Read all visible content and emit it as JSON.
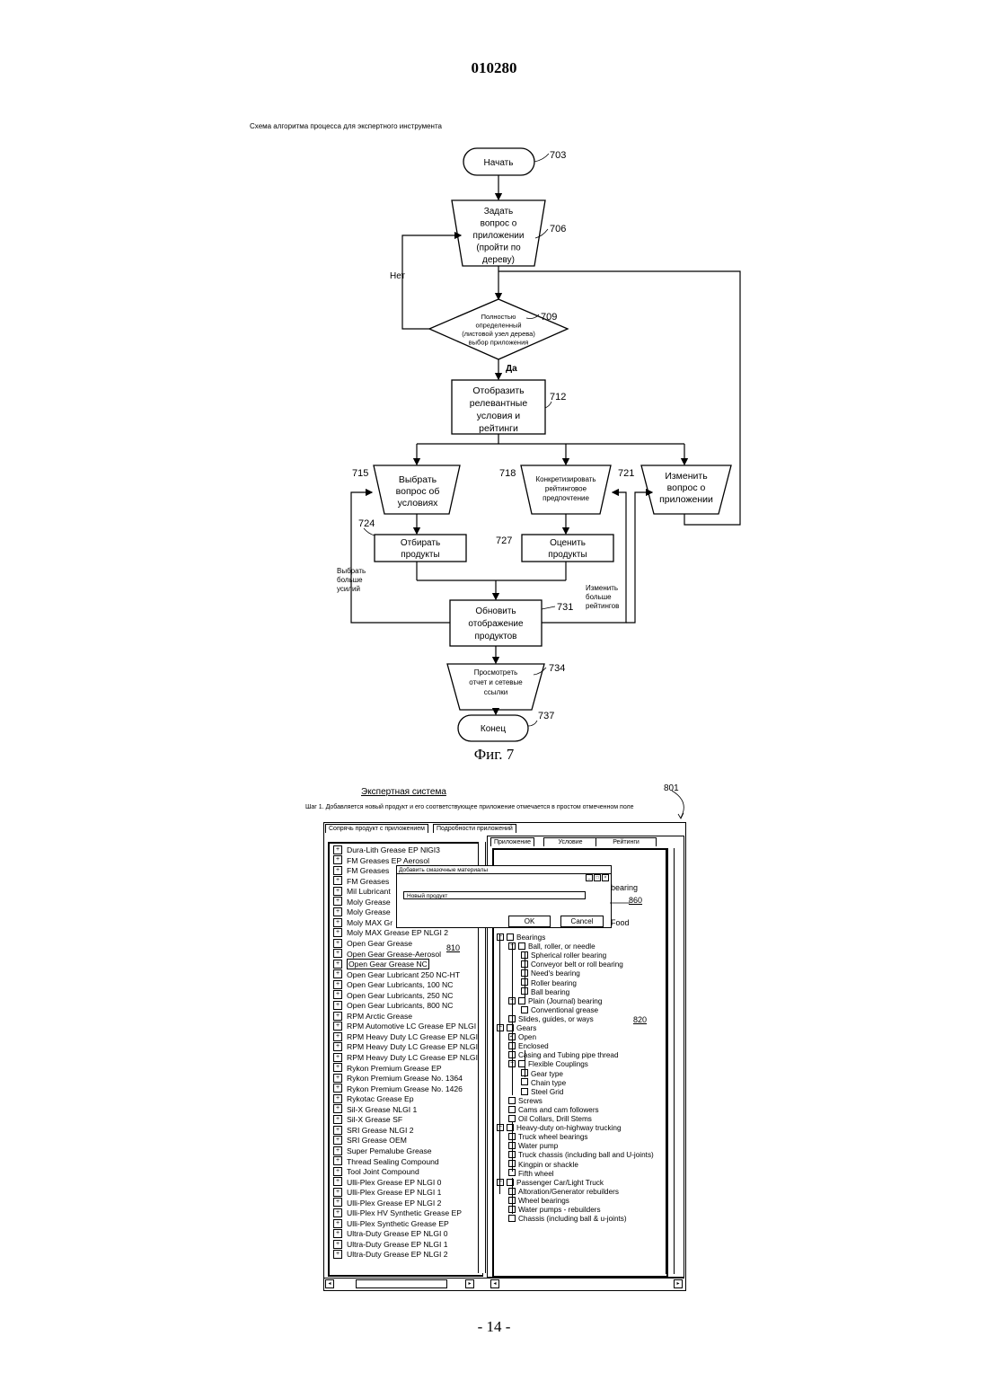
{
  "page": {
    "number_top": "010280",
    "number_bottom": "- 14 -"
  },
  "figure7": {
    "title": "Схема алгоритма процесса для экспертного инструмента",
    "caption": "Фиг. 7",
    "nodes": {
      "start": "Начать",
      "ask_app": [
        "Задать",
        "вопрос о",
        "приложении",
        "(пройти по",
        "дереву)"
      ],
      "decision": [
        "Полностью",
        "определенный",
        "(листовой узел дерева)",
        "выбор приложения"
      ],
      "display": [
        "Отобразить",
        "релевантные",
        "условия и",
        "рейтинги"
      ],
      "choose_cond": [
        "Выбрать",
        "вопрос об",
        "условиях"
      ],
      "specify_rating": [
        "Конкретизировать",
        "рейтинговое",
        "предпочтение"
      ],
      "change_app": [
        "Изменить",
        "вопрос о",
        "приложении"
      ],
      "select_products": [
        "Отбирать",
        "продукты"
      ],
      "rate_products": [
        "Оценить",
        "продукты"
      ],
      "update_display": [
        "Обновить",
        "отображение",
        "продуктов"
      ],
      "view_report": [
        "Просмотреть",
        "отчет и сетевые",
        "ссылки"
      ],
      "end": "Конец"
    },
    "labels": {
      "no": "Нет",
      "yes": "Да",
      "choose_more": [
        "Выбрать",
        "больше",
        "усилий"
      ],
      "change_more": [
        "Изменить",
        "больше",
        "рейтингов"
      ]
    },
    "refs": {
      "start": "703",
      "ask_app": "706",
      "decision": "709",
      "display": "712",
      "choose_cond": "715",
      "specify_rating": "718",
      "change_app": "721",
      "select_products": "724",
      "rate_products": "727",
      "update_display": "731",
      "view_report": "734",
      "end": "737"
    }
  },
  "figure8": {
    "title": "Экспертная система",
    "ref_main": "801",
    "step_text": "Шаг 1. Добавляется новый продукт и его соответствующее приложение отмечается в простом отмеченном поле",
    "tabs": {
      "left_active": "Сопрячь продукт с приложением",
      "left_other": "Подробности приложений",
      "right_active": "Приложение",
      "right_cond": "Условие",
      "right_rating": "Рейтинги"
    },
    "left_list": [
      "Dura-Lith Grease EP NlGI3",
      "FM Greases EP Aerosol",
      "FM Greases",
      "FM Greases",
      "Mil Lubricant",
      "Moly Grease",
      "Moly Grease",
      "Moly MAX Gr",
      "Moly MAX Grease EP NLGI 2",
      "Open Gear Grease",
      "Open Gear Grease-Aerosol",
      "Open Gear Grease NC",
      "Open Gear Lubricant 250 NC-HT",
      "Open Gear Lubricants, 100 NC",
      "Open Gear Lubricants, 250 NC",
      "Open Gear Lubricants, 800 NC",
      "RPM Arctic Grease",
      "RPM Automotive LC Grease EP NLGI",
      "RPM Heavy Duty LC Grease EP NLGI",
      "RPM Heavy Duty LC Grease EP NLGI",
      "RPM Heavy Duty LC Grease EP NLGI",
      "Rykon Premium Grease EP",
      "Rykon Premium Grease No. 1364",
      "Rykon Premium Grease No. 1426",
      "Rykotac Grease Ep",
      "Sil-X Grease NLGI 1",
      "Sil-X Grease SF",
      "SRI Grease NLGI 2",
      "SRI Grease OEM",
      "Super Pemalube Grease",
      "Thread Sealing Compound",
      "Tool Joint Compound",
      "Ulli-Plex Grease EP NLGI 0",
      "Ulli-Plex Grease EP NLGI 1",
      "Ulli-Plex Grease EP NLGI 2",
      "Ulli-Plex HV Synthetic Grease EP",
      "Ulli-Plex Synthetic Grease EP",
      "Ultra-Duty Grease EP NLGI 0",
      "Ultra-Duty Grease EP NLGI 1",
      "Ultra-Duty Grease EP NLGI 2"
    ],
    "selected_index": 11,
    "dialog": {
      "title": "Добавить смазочные материалы",
      "input_value": "Новый продукт",
      "ok": "OK",
      "cancel": "Cancel"
    },
    "right_partial": {
      "bearing": "bearing",
      "food": "Food"
    },
    "tree": [
      {
        "t": "Bearings",
        "lvl": 0,
        "pm": "minus"
      },
      {
        "t": "Ball, roller, or needle",
        "lvl": 1,
        "pm": "minus"
      },
      {
        "t": "Spherical roller bearing",
        "lvl": 2
      },
      {
        "t": "Conveyor belt or roll bearing",
        "lvl": 2
      },
      {
        "t": "Need's bearing",
        "lvl": 2
      },
      {
        "t": "Roller bearing",
        "lvl": 2
      },
      {
        "t": "Ball bearing",
        "lvl": 2
      },
      {
        "t": "Plain (Journal) bearing",
        "lvl": 1,
        "pm": "minus"
      },
      {
        "t": "Conventional grease",
        "lvl": 2
      },
      {
        "t": "Slides, guides, or ways",
        "lvl": 1
      },
      {
        "t": "Gears",
        "lvl": 0,
        "pm": "minus"
      },
      {
        "t": "Open",
        "lvl": 1,
        "checked": true
      },
      {
        "t": "Enclosed",
        "lvl": 1
      },
      {
        "t": "Casing and Tubing pipe thread",
        "lvl": 1
      },
      {
        "t": "Flexible Couplings",
        "lvl": 1,
        "pm": "minus"
      },
      {
        "t": "Gear type",
        "lvl": 2
      },
      {
        "t": "Chain type",
        "lvl": 2
      },
      {
        "t": "Steel Grid",
        "lvl": 2
      },
      {
        "t": "Screws",
        "lvl": 1
      },
      {
        "t": "Cams and cam followers",
        "lvl": 1
      },
      {
        "t": "Oil Collars, Drill Stems",
        "lvl": 1
      },
      {
        "t": "Heavy-duty on-highway trucking",
        "lvl": 0,
        "pm": "minus"
      },
      {
        "t": "Truck wheel bearings",
        "lvl": 1
      },
      {
        "t": "Water pump",
        "lvl": 1
      },
      {
        "t": "Truck chassis (including ball and U-joints)",
        "lvl": 1
      },
      {
        "t": "Kingpin or shackle",
        "lvl": 1
      },
      {
        "t": "Fifth wheel",
        "lvl": 1
      },
      {
        "t": "Passenger Car/Light Truck",
        "lvl": 0,
        "pm": "minus"
      },
      {
        "t": "Altoration/Generator rebuilders",
        "lvl": 1
      },
      {
        "t": "Wheel bearings",
        "lvl": 1
      },
      {
        "t": "Water pumps - rebuilders",
        "lvl": 1
      },
      {
        "t": "Chassis (including ball & u-joints)",
        "lvl": 1
      }
    ],
    "refs": {
      "left_list": "810",
      "tree": "820",
      "dialog": "860"
    }
  }
}
